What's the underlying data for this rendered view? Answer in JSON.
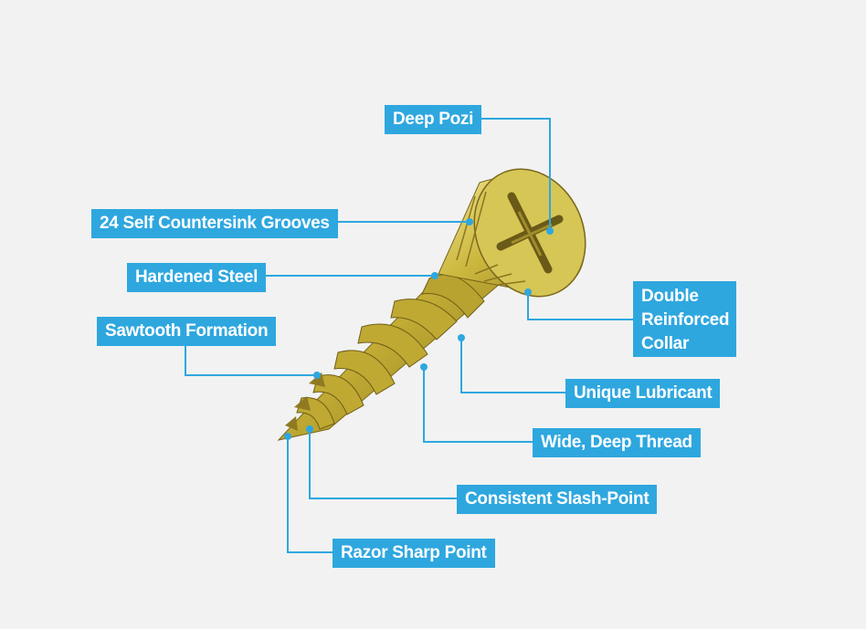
{
  "diagram": {
    "labels": {
      "deep_pozi": "Deep Pozi",
      "countersink": "24 Self Countersink Grooves",
      "hardened_steel": "Hardened Steel",
      "sawtooth": "Sawtooth Formation",
      "collar_line1": "Double",
      "collar_line2": "Reinforced",
      "collar_line3": "Collar",
      "lubricant": "Unique Lubricant",
      "thread": "Wide, Deep Thread",
      "slash_point": "Consistent Slash-Point",
      "razor_point": "Razor Sharp Point"
    },
    "colors": {
      "accent": "#2ea7df",
      "background": "#f2f2f2",
      "screw": "#c9b43a"
    }
  }
}
